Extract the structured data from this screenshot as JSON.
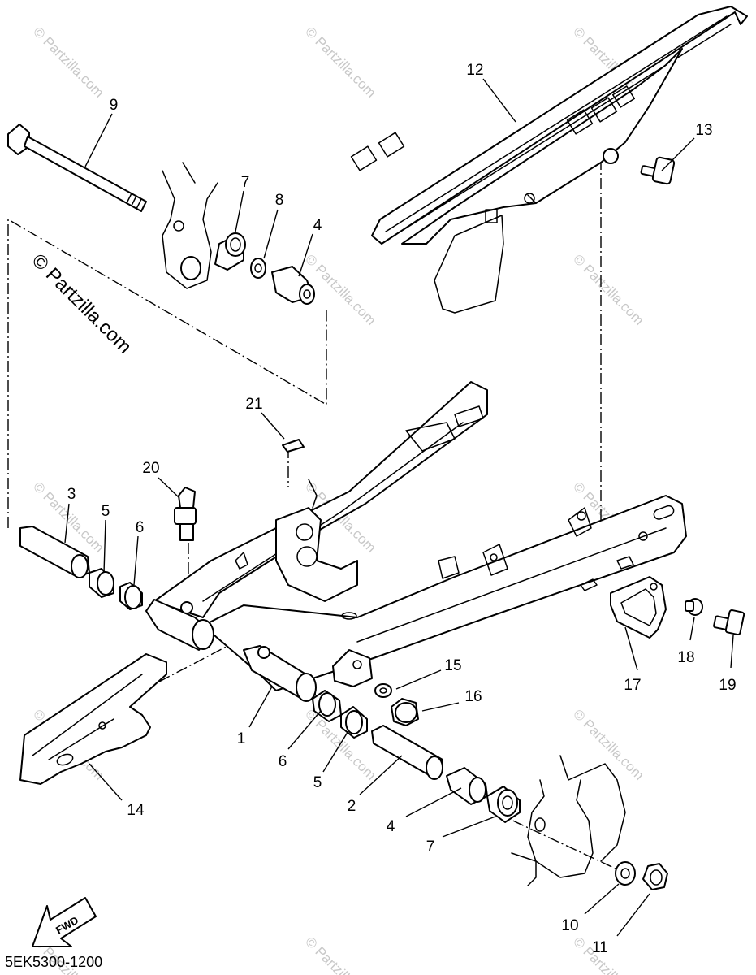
{
  "diagram": {
    "part_code": "5EK5300-1200",
    "direction_label": "FWD",
    "watermark_text": "© Partzilla.com",
    "callouts": {
      "c1": "1",
      "c2": "2",
      "c3": "3",
      "c4a": "4",
      "c4b": "4",
      "c5a": "5",
      "c5b": "5",
      "c6a": "6",
      "c6b": "6",
      "c7a": "7",
      "c7b": "7",
      "c8": "8",
      "c9": "9",
      "c10": "10",
      "c11": "11",
      "c12": "12",
      "c13": "13",
      "c14": "14",
      "c15": "15",
      "c16": "16",
      "c17": "17",
      "c18": "18",
      "c19": "19",
      "c20": "20",
      "c21": "21"
    }
  }
}
